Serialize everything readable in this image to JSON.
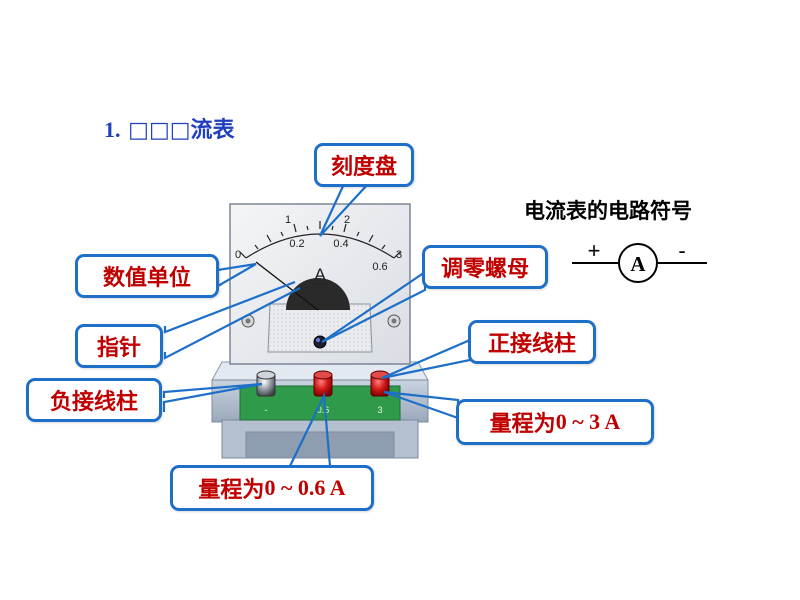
{
  "title": {
    "number": "1.",
    "boxes": "□□□",
    "suffix": "流表"
  },
  "symbol": {
    "title": "电流表的电路符号",
    "plus": "+",
    "minus": "-",
    "letter": "A"
  },
  "meter": {
    "scale_top": [
      "0",
      "1",
      "2",
      "3"
    ],
    "scale_bottom": [
      "0.2",
      "0.4",
      "0.6"
    ],
    "unit": "A",
    "terminals": [
      "-",
      "0.6",
      "3"
    ]
  },
  "callouts": {
    "dial": "刻度盘",
    "unit": "数值单位",
    "zero_nut": "调零螺母",
    "pointer": "指针",
    "positive_terminal": "正接线柱",
    "negative_terminal": "负接线柱",
    "range_3": {
      "text": "量程为",
      "latin": "0 ~ 3 A"
    },
    "range_06": {
      "text": "量程为",
      "latin": "0 ~ 0.6 A"
    }
  },
  "colors": {
    "callout_border": "#1e6fc8",
    "callout_text": "#c00000",
    "title": "#1f3fbf",
    "base_green": "#2f9a4a",
    "terminal_red": "#c81818"
  }
}
